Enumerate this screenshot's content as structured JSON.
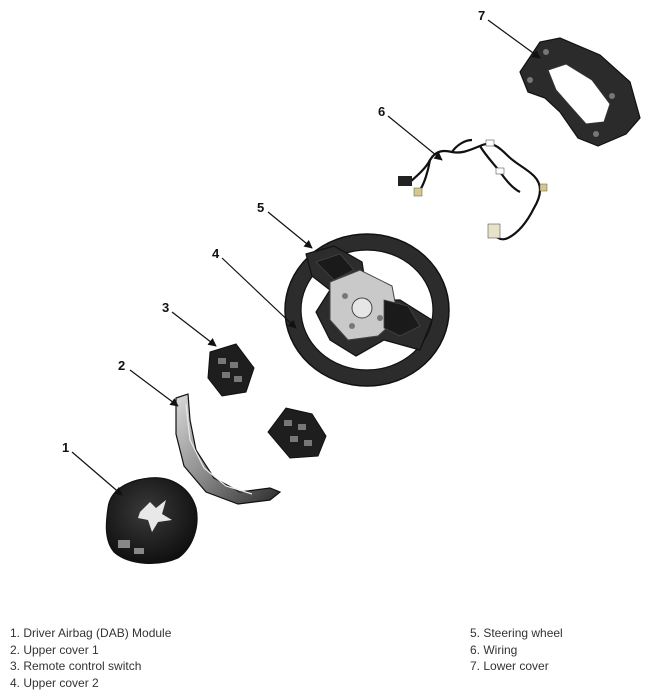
{
  "callouts": [
    {
      "number": "1"
    },
    {
      "number": "2"
    },
    {
      "number": "3"
    },
    {
      "number": "4"
    },
    {
      "number": "5"
    },
    {
      "number": "6"
    },
    {
      "number": "7"
    }
  ],
  "legend": {
    "left": [
      "1. Driver Airbag (DAB) Module",
      "2. Upper cover 1",
      "3. Remote control switch",
      "4. Upper cover 2"
    ],
    "right": [
      "5. Steering wheel",
      "6. Wiring",
      "7. Lower cover"
    ]
  }
}
